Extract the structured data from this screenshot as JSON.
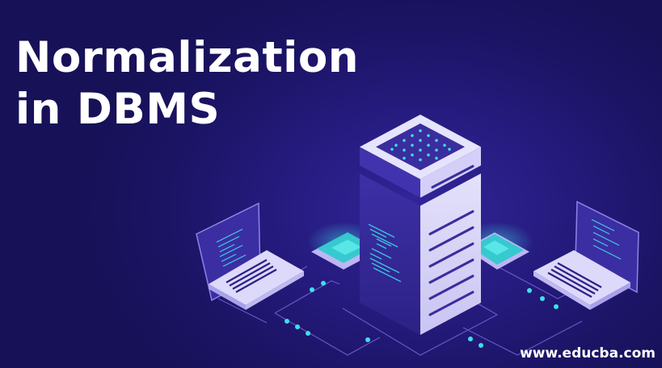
{
  "banner": {
    "title_line1": "Normalization",
    "title_line2": "in DBMS",
    "watermark": "www.educba.com"
  },
  "illustration": {
    "elements": [
      "server-tower",
      "laptop-left",
      "laptop-right",
      "chip-left",
      "chip-right",
      "circuit-lines"
    ],
    "colors": {
      "background": "#1b1464",
      "server_light": "#d9d6f7",
      "server_dark": "#3a2d9e",
      "accent_cyan": "#3fe0e8",
      "line": "#6a5fd0"
    }
  }
}
